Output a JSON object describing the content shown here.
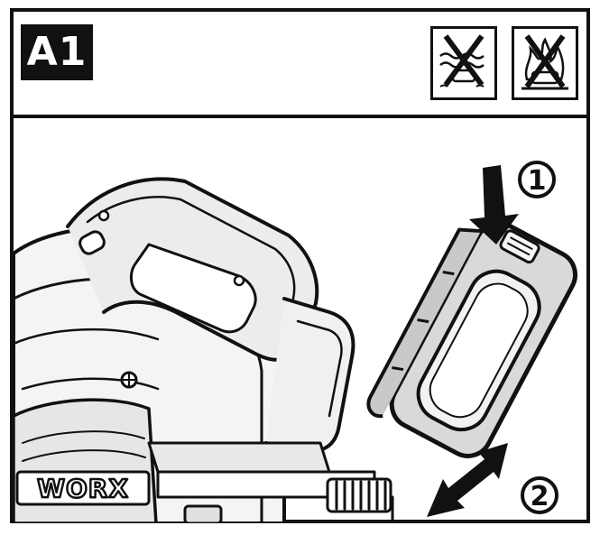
{
  "panel": {
    "step_label": "A1"
  },
  "warning_icons": [
    {
      "name": "no-water-icon"
    },
    {
      "name": "no-fire-icon"
    }
  ],
  "steps": [
    {
      "number": "1"
    },
    {
      "number": "2"
    }
  ],
  "tool": {
    "brand": "WORX"
  },
  "colors": {
    "line": "#111111",
    "background": "#ffffff",
    "tool_fill": "#ececec",
    "battery_fill": "#d9d9d9"
  }
}
